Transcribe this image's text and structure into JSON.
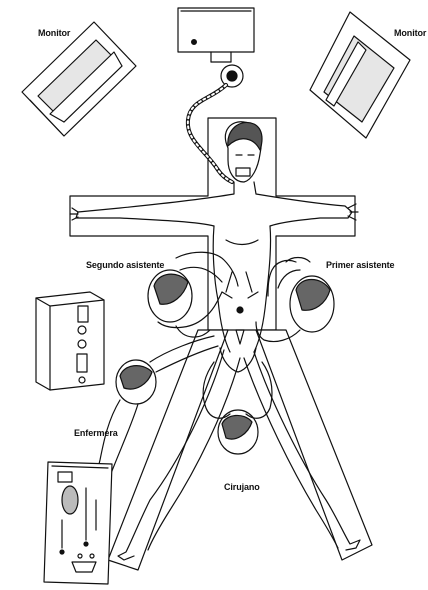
{
  "labels": {
    "monitor_left": "Monitor",
    "monitor_right": "Monitor",
    "second_assistant": "Segundo asistente",
    "first_assistant": "Primer asistente",
    "nurse": "Enfermera",
    "surgeon": "Cirujano"
  },
  "colors": {
    "ink": "#111111",
    "paper": "#ffffff",
    "shade": "#d9d9d9"
  }
}
